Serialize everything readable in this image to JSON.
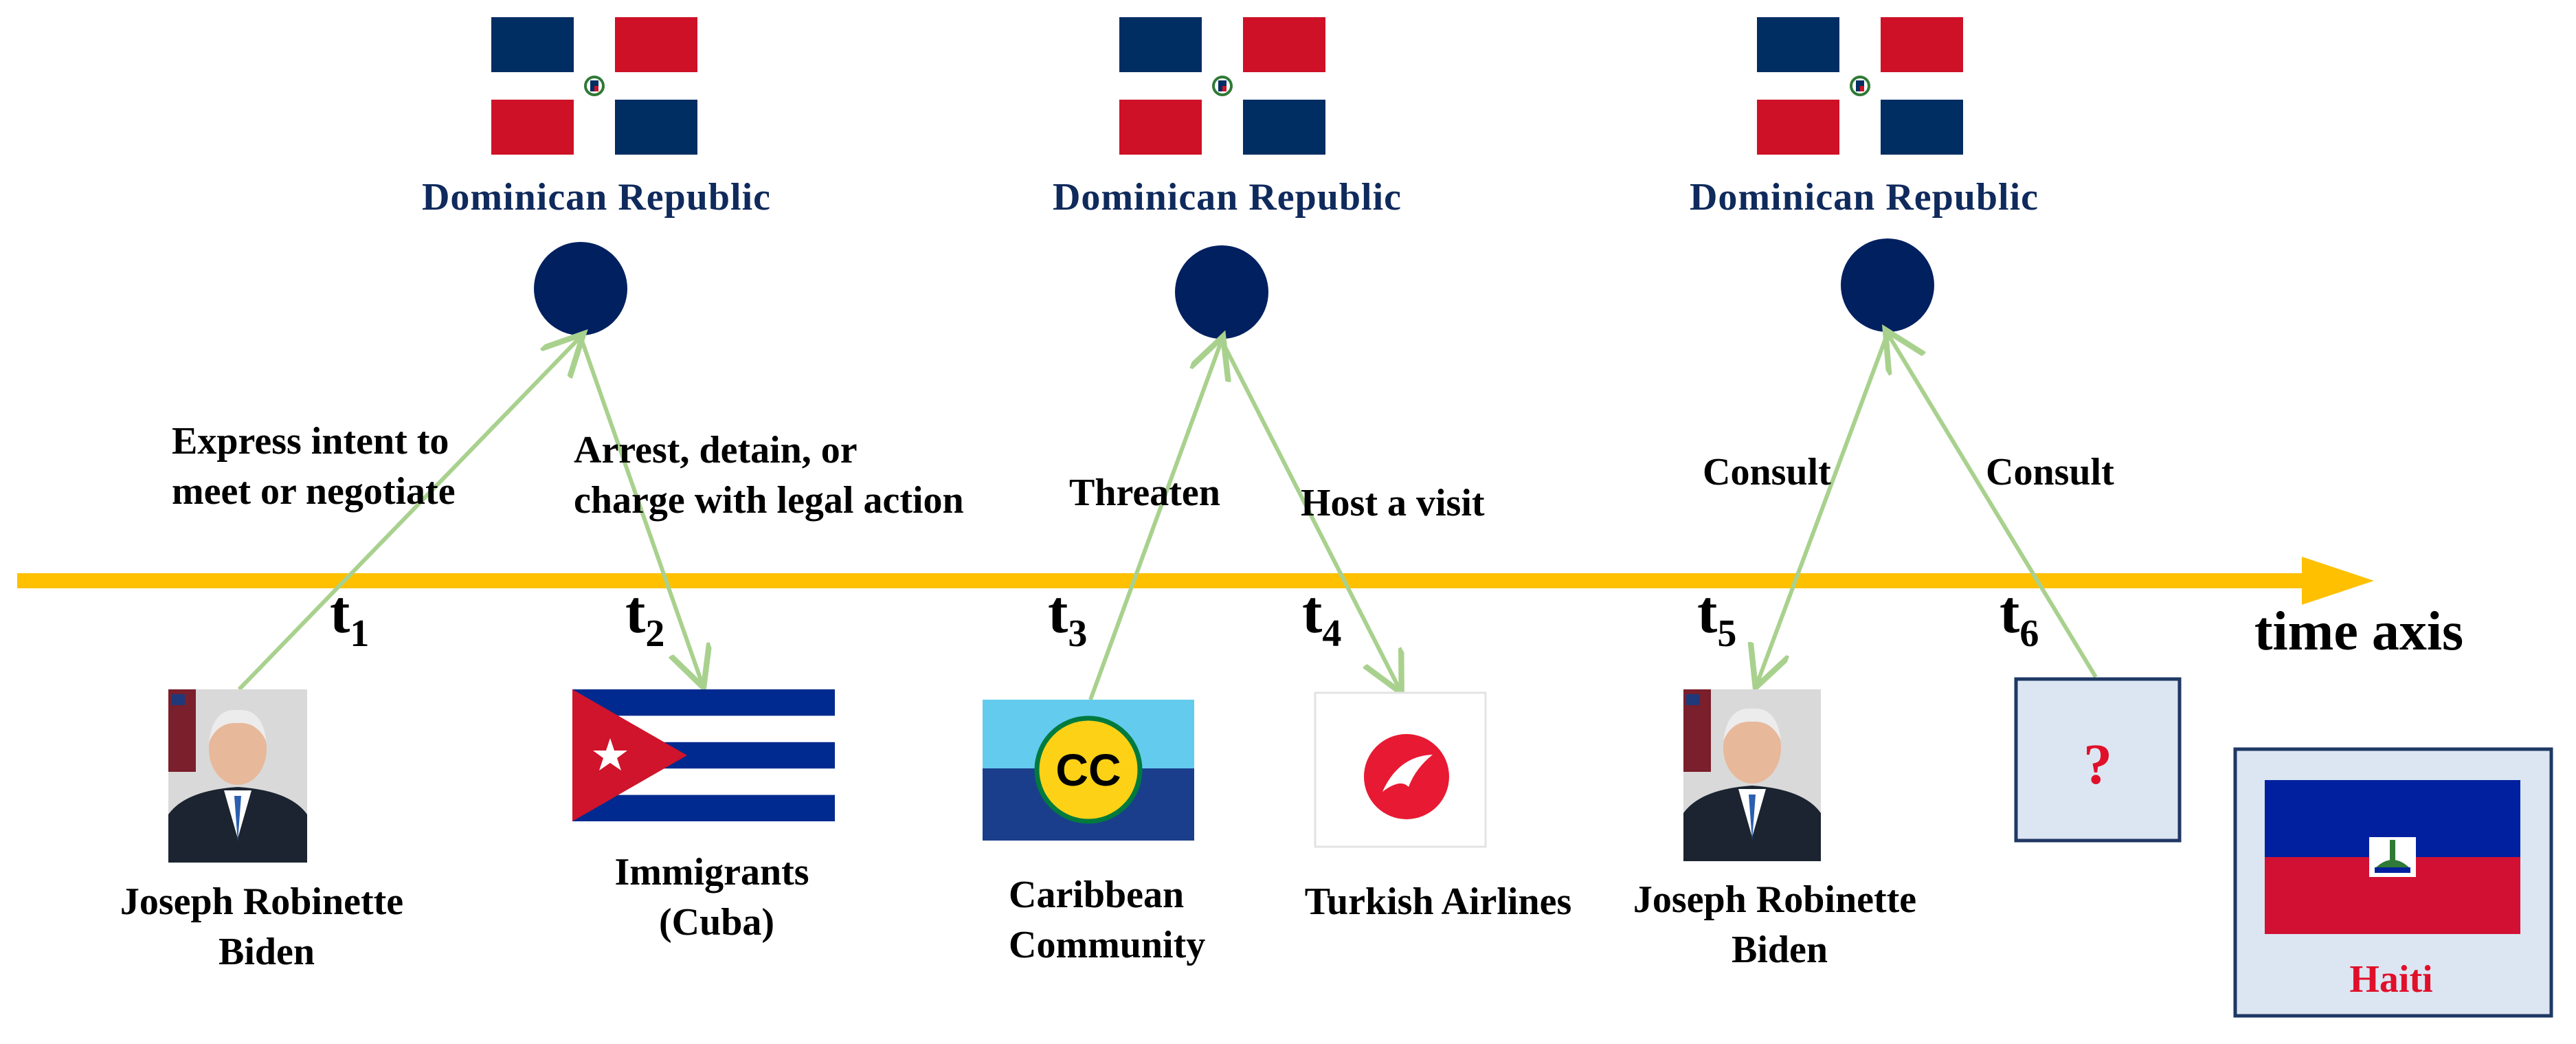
{
  "diagram": {
    "subject": {
      "label": "Dominican Republic"
    },
    "events": [
      {
        "time_main": "t",
        "time_sub": "1",
        "relation_lines": [
          "Express intent to",
          "meet or negotiate"
        ],
        "object_lines": [
          "Joseph Robinette",
          "Biden"
        ],
        "object_image": "person-photo"
      },
      {
        "time_main": "t",
        "time_sub": "2",
        "relation_lines": [
          "Arrest, detain, or",
          "charge with legal action"
        ],
        "object_lines": [
          "Immigrants",
          "(Cuba)"
        ],
        "object_image": "cuba-flag"
      },
      {
        "time_main": "t",
        "time_sub": "3",
        "relation_lines": [
          "Threaten"
        ],
        "object_lines": [
          "Caribbean",
          "Community"
        ],
        "object_image": "caricom-flag"
      },
      {
        "time_main": "t",
        "time_sub": "4",
        "relation_lines": [
          "Host a visit"
        ],
        "object_lines": [
          "Turkish Airlines"
        ],
        "object_image": "turkish-airlines-logo"
      },
      {
        "time_main": "t",
        "time_sub": "5",
        "relation_lines": [
          "Consult"
        ],
        "object_lines": [
          "Joseph Robinette",
          "Biden"
        ],
        "object_image": "person-photo"
      },
      {
        "time_main": "t",
        "time_sub": "6",
        "relation_lines": [
          "Consult"
        ],
        "object_lines": [],
        "object_image": "unknown-box"
      }
    ],
    "unknown": {
      "mark": "?"
    },
    "answer": {
      "label": "Haiti",
      "image": "haiti-flag"
    },
    "axis": {
      "label": "time axis"
    }
  },
  "colors": {
    "axis": "#ffc000",
    "link": "#a9d18e",
    "node": "#002060",
    "country_text": "#0f2a5c",
    "answer_text": "#e0102a",
    "box_fill": "#dce6f2",
    "box_border": "#1f3864"
  }
}
